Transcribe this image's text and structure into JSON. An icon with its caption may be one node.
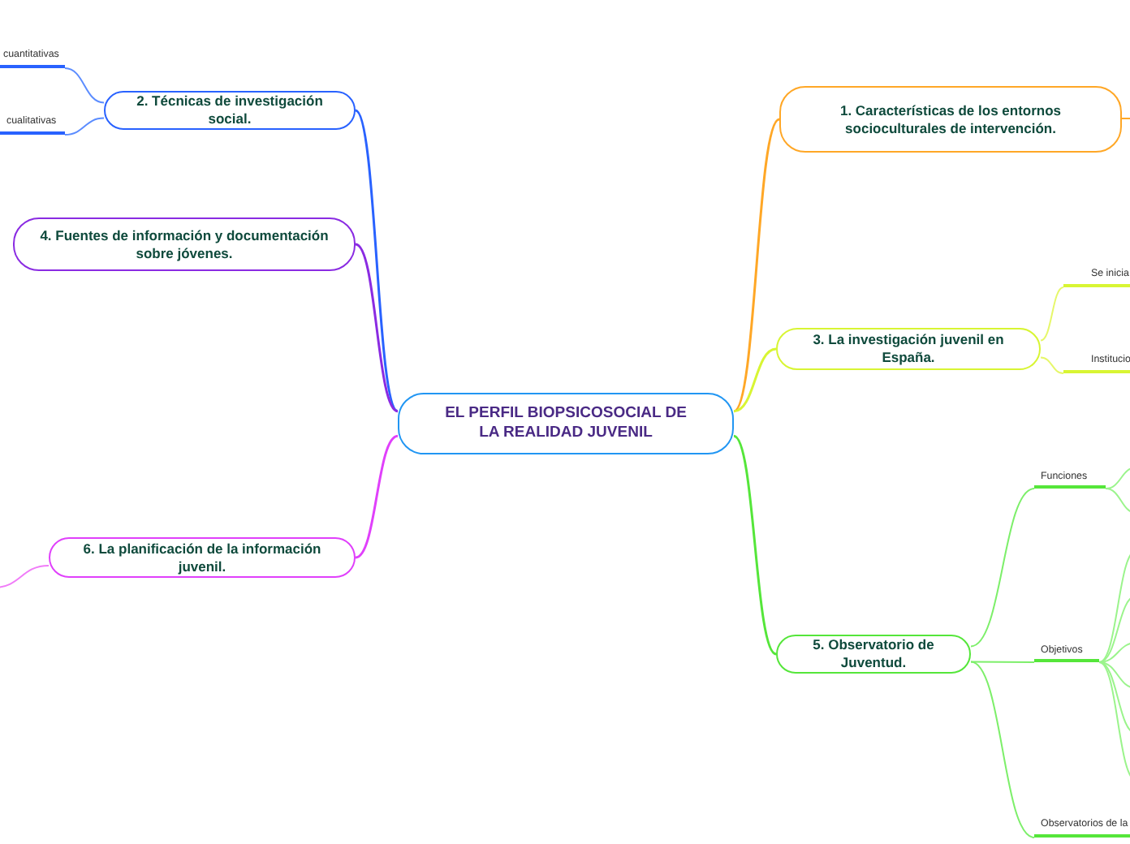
{
  "diagram": {
    "nodes": [
      {
        "text": [
          "EL PERFIL BIOPSICOSOCIAL DE LA REALIDAD JUVENIL"
        ]
      },
      {
        "text": [
          "1. Características de los entornos socioculturales de intervención."
        ]
      },
      {
        "text": [
          "2. Técnicas de investigación social."
        ]
      },
      {
        "text": [
          "cuantitativas"
        ]
      },
      {
        "text": [
          "cualitativas"
        ]
      },
      {
        "text": [
          "3. La investigación juvenil en España."
        ]
      },
      {
        "text": [
          "Se inicia"
        ]
      },
      {
        "text": [
          "Institucio"
        ]
      },
      {
        "text": [
          "4. Fuentes de información y documentación sobre jóvenes."
        ]
      },
      {
        "text": [
          "5. Observatorio de Juventud."
        ]
      },
      {
        "text": [
          "Funciones"
        ]
      },
      {
        "text": [
          "Objetivos"
        ]
      },
      {
        "text": [
          "Observatorios de la"
        ]
      },
      {
        "text": [
          "6. La planificación de la información juvenil."
        ]
      }
    ],
    "edges": [
      {
        "from": 0,
        "to": 1,
        "arrow": "none",
        "color": "#ffa726"
      },
      {
        "from": 0,
        "to": 2,
        "arrow": "none",
        "color": "#2962ff"
      },
      {
        "from": 2,
        "to": 3,
        "arrow": "none",
        "color": "#5c8dff"
      },
      {
        "from": 2,
        "to": 4,
        "arrow": "none",
        "color": "#5c8dff"
      },
      {
        "from": 0,
        "to": 5,
        "arrow": "none",
        "color": "#d8f533"
      },
      {
        "from": 5,
        "to": 6,
        "arrow": "none",
        "color": "#e6f76a"
      },
      {
        "from": 5,
        "to": 7,
        "arrow": "none",
        "color": "#e6f76a"
      },
      {
        "from": 0,
        "to": 8,
        "arrow": "none",
        "color": "#8a2be2"
      },
      {
        "from": 0,
        "to": 9,
        "arrow": "none",
        "color": "#55e63a"
      },
      {
        "from": 9,
        "to": 10,
        "arrow": "none",
        "color": "#7def6a"
      },
      {
        "from": 9,
        "to": 11,
        "arrow": "none",
        "color": "#7def6a"
      },
      {
        "from": 9,
        "to": 12,
        "arrow": "none",
        "color": "#7def6a"
      },
      {
        "from": 0,
        "to": 13,
        "arrow": "none",
        "color": "#e040fb"
      },
      {
        "from": 1,
        "to": null,
        "arrow": "none",
        "color": "#ffa726"
      },
      {
        "from": 13,
        "to": null,
        "arrow": "none",
        "color": "#f07cf8"
      },
      {
        "from": 10,
        "to": null,
        "arrow": "none",
        "color": "#9bf48c"
      },
      {
        "from": 10,
        "to": null,
        "arrow": "none",
        "color": "#9bf48c"
      },
      {
        "from": 11,
        "to": null,
        "arrow": "none",
        "color": "#9bf48c"
      },
      {
        "from": 11,
        "to": null,
        "arrow": "none",
        "color": "#9bf48c"
      },
      {
        "from": 11,
        "to": null,
        "arrow": "none",
        "color": "#9bf48c"
      },
      {
        "from": 11,
        "to": null,
        "arrow": "none",
        "color": "#9bf48c"
      },
      {
        "from": 11,
        "to": null,
        "arrow": "none",
        "color": "#9bf48c"
      },
      {
        "from": 11,
        "to": null,
        "arrow": "none",
        "color": "#9bf48c"
      }
    ]
  }
}
